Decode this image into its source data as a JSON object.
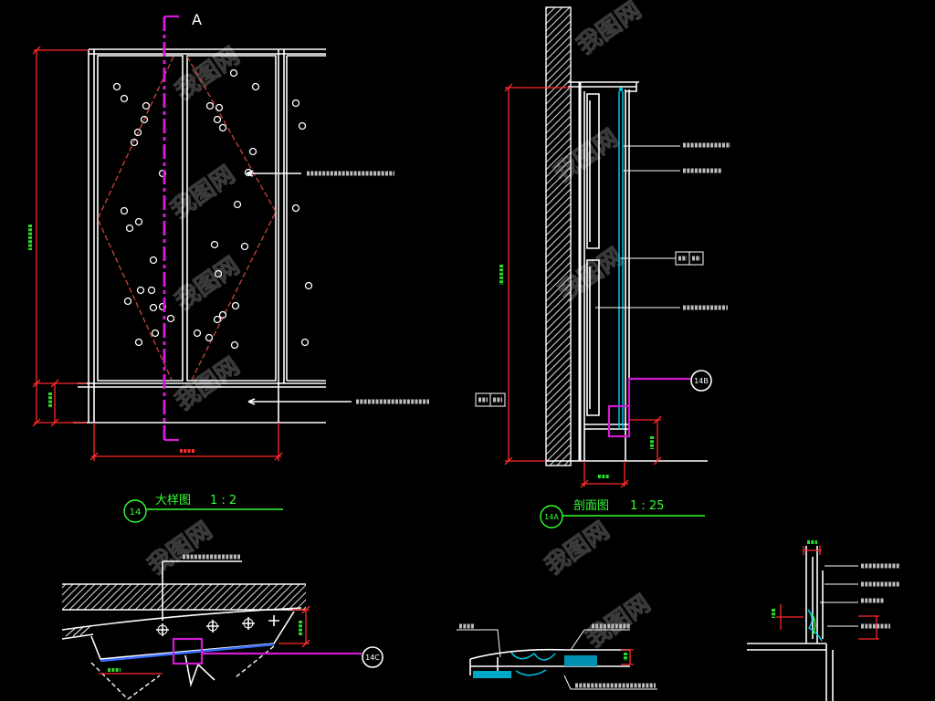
{
  "drawing": {
    "background": "#000000",
    "colors": {
      "line": "#ffffff",
      "dimension": "#ff2a2a",
      "dimension_text": "#33ff33",
      "section_marker": "#d21cd2",
      "glass": "#00c8e8",
      "pattern_outline": "#c8463c"
    }
  },
  "elevation": {
    "section_mark": "A"
  },
  "elevation_title": {
    "callout": "14",
    "name": "大样图",
    "scale": "1 : 2"
  },
  "section_title": {
    "callout": "14A",
    "name": "剖面图",
    "scale": "1 : 25"
  },
  "callouts": {
    "section_detail": "14B",
    "bottom_detail": "14C"
  },
  "watermark": {
    "text": "我图网"
  }
}
